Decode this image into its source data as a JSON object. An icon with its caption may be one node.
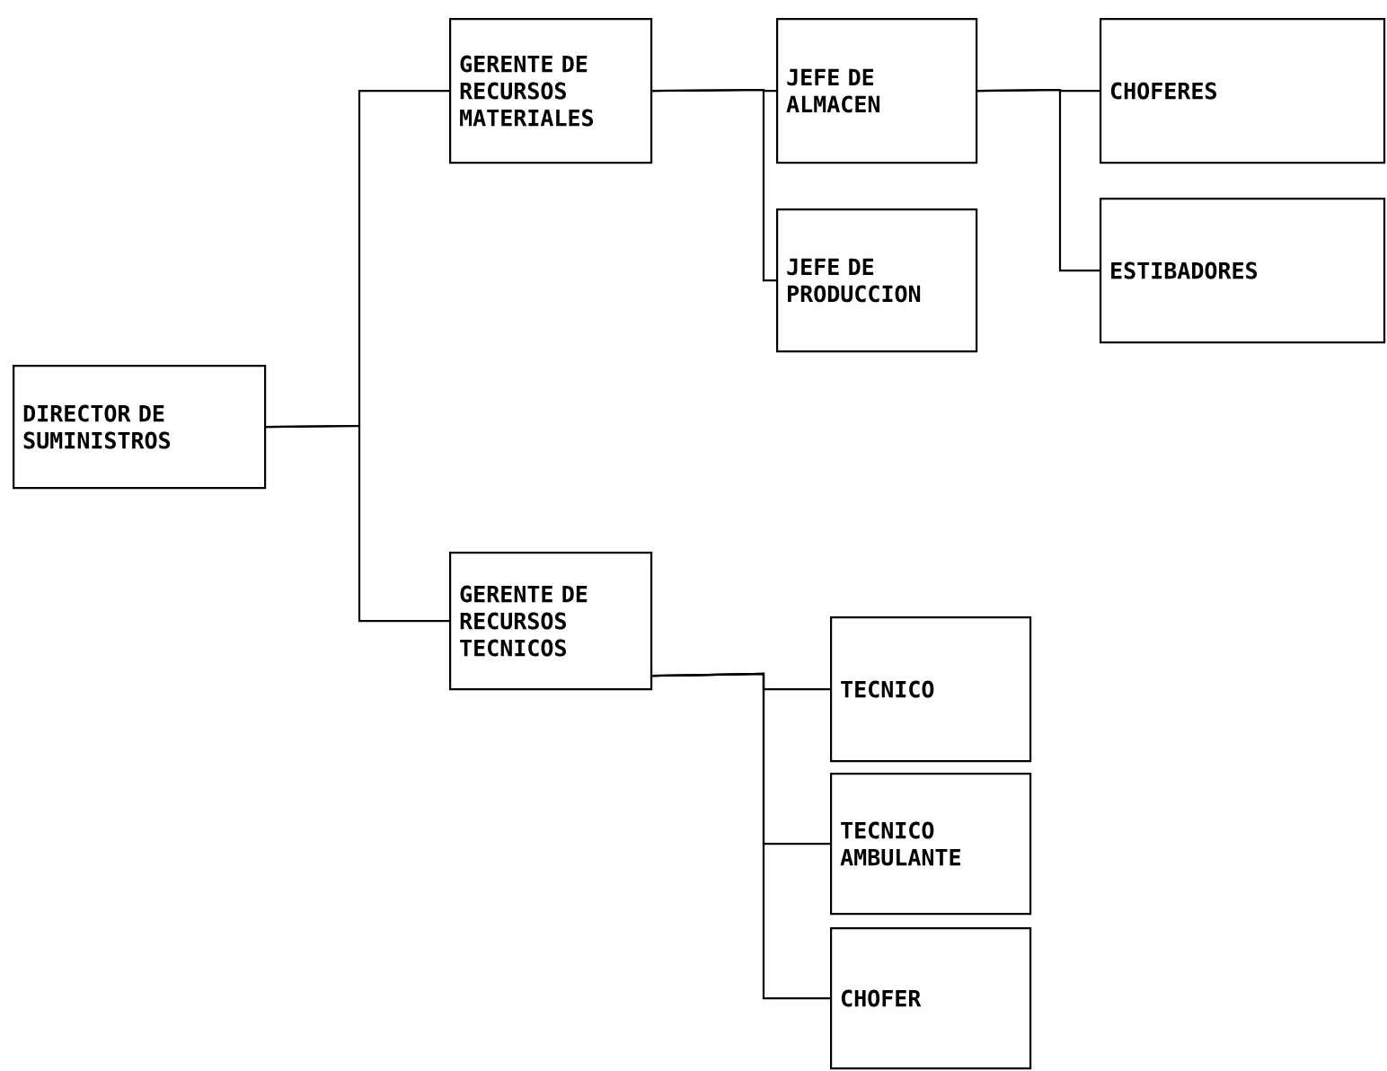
{
  "diagram": {
    "nodes": [
      {
        "text": [
          "DIRECTOR DE SUMINISTROS"
        ]
      },
      {
        "text": [
          "GERENTE DE RECURSOS MATERIALES"
        ]
      },
      {
        "text": [
          "JEFE DE ALMACEN"
        ]
      },
      {
        "text": [
          "CHOFERES"
        ]
      },
      {
        "text": [
          "ESTIBADORES"
        ]
      },
      {
        "text": [
          "JEFE DE PRODUCCION"
        ]
      },
      {
        "text": [
          "GERENTE DE RECURSOS TECNICOS"
        ]
      },
      {
        "text": [
          "TECNICO"
        ]
      },
      {
        "text": [
          "TECNICO AMBULANTE"
        ]
      },
      {
        "text": [
          "CHOFER"
        ]
      }
    ],
    "edges": [
      {
        "from": 0,
        "to": 1,
        "arrow": "none"
      },
      {
        "from": 0,
        "to": 6,
        "arrow": "none"
      },
      {
        "from": 1,
        "to": 2,
        "arrow": "none"
      },
      {
        "from": 1,
        "to": 5,
        "arrow": "none"
      },
      {
        "from": 2,
        "to": 3,
        "arrow": "none"
      },
      {
        "from": 2,
        "to": 4,
        "arrow": "none"
      },
      {
        "from": 6,
        "to": 7,
        "arrow": "none"
      },
      {
        "from": 6,
        "to": 8,
        "arrow": "none"
      },
      {
        "from": 6,
        "to": 9,
        "arrow": "none"
      }
    ]
  }
}
